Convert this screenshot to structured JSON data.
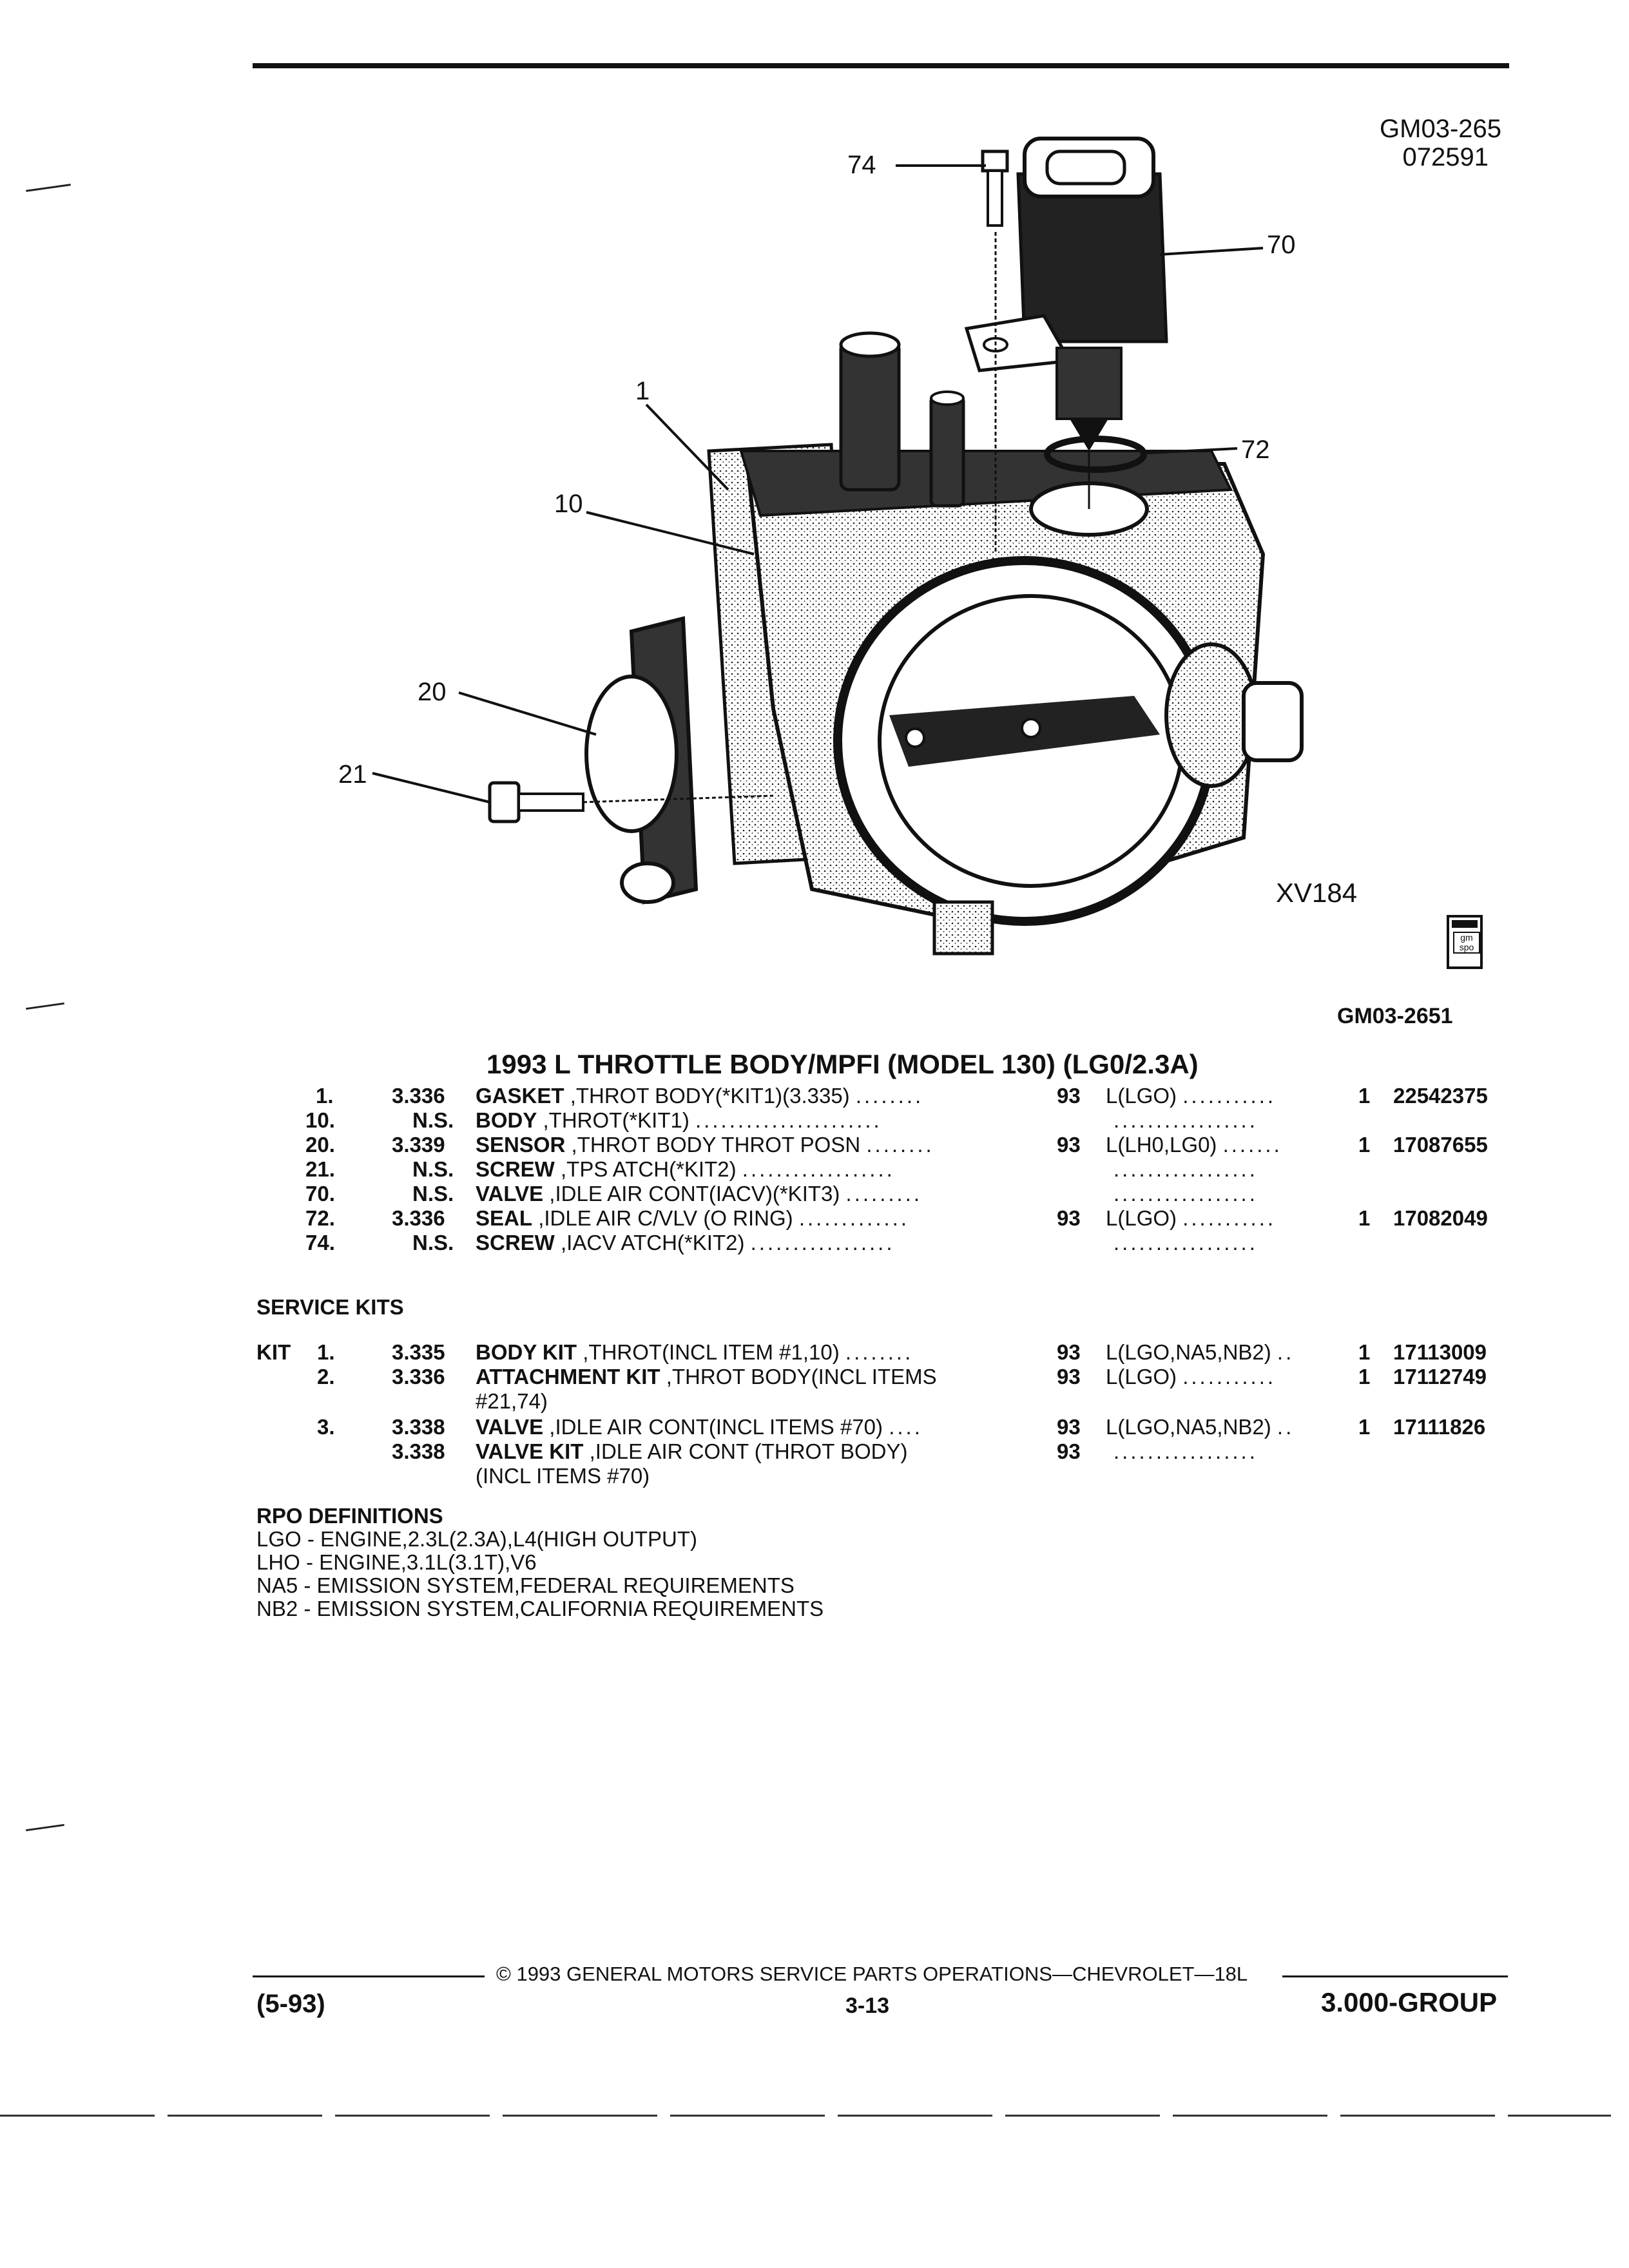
{
  "header": {
    "ref_top": "GM03-265",
    "ref_date": "072591"
  },
  "diagram": {
    "callouts": [
      "74",
      "70",
      "1",
      "72",
      "10",
      "20",
      "21"
    ],
    "code": "XV184",
    "logo_text": "gm spo",
    "footer_ref": "GM03-2651"
  },
  "title": "1993 L THROTTLE BODY/MPFI (MODEL 130) (LG0/2.3A)",
  "parts": [
    {
      "item": "1.",
      "group": "3.336",
      "name": "GASKET",
      "desc": ",THROT BODY(*KIT1)(3.335)",
      "dots": "........",
      "yr": "93",
      "app": "L(LGO)",
      "appdots": "...........",
      "qty": "1",
      "pn": "22542375"
    },
    {
      "item": "10.",
      "group": "N.S.",
      "name": "BODY",
      "desc": ",THROT(*KIT1)",
      "dots": "......................",
      "yr": "",
      "app": "",
      "appdots": ".................",
      "qty": "",
      "pn": ""
    },
    {
      "item": "20.",
      "group": "3.339",
      "name": "SENSOR",
      "desc": ",THROT BODY THROT POSN",
      "dots": "........",
      "yr": "93",
      "app": "L(LH0,LG0)",
      "appdots": ".......",
      "qty": "1",
      "pn": "17087655"
    },
    {
      "item": "21.",
      "group": "N.S.",
      "name": "SCREW",
      "desc": ",TPS ATCH(*KIT2)",
      "dots": "..................",
      "yr": "",
      "app": "",
      "appdots": ".................",
      "qty": "",
      "pn": ""
    },
    {
      "item": "70.",
      "group": "N.S.",
      "name": "VALVE",
      "desc": ",IDLE AIR CONT(IACV)(*KIT3)",
      "dots": ".........",
      "yr": "",
      "app": "",
      "appdots": ".................",
      "qty": "",
      "pn": ""
    },
    {
      "item": "72.",
      "group": "3.336",
      "name": "SEAL",
      "desc": ",IDLE AIR C/VLV (O RING)",
      "dots": ".............",
      "yr": "93",
      "app": "L(LGO)",
      "appdots": "...........",
      "qty": "1",
      "pn": "17082049"
    },
    {
      "item": "74.",
      "group": "N.S.",
      "name": "SCREW",
      "desc": ",IACV ATCH(*KIT2)",
      "dots": ".................",
      "yr": "",
      "app": "",
      "appdots": ".................",
      "qty": "",
      "pn": ""
    }
  ],
  "service_kits": {
    "heading": "SERVICE KITS",
    "kit_label": "KIT",
    "rows": [
      {
        "item": "1.",
        "group": "3.335",
        "name": "BODY KIT",
        "desc": ",THROT(INCL ITEM #1,10)",
        "desc2": "",
        "dots": "........",
        "yr": "93",
        "app": "L(LGO,NA5,NB2)",
        "appdots": "..",
        "qty": "1",
        "pn": "17113009"
      },
      {
        "item": "2.",
        "group": "3.336",
        "name": "ATTACHMENT KIT",
        "desc": ",THROT BODY(INCL ITEMS",
        "desc2": "#21,74)",
        "dots": "",
        "yr": "93",
        "app": "L(LGO)",
        "appdots": "...........",
        "qty": "1",
        "pn": "17112749"
      },
      {
        "item": "3.",
        "group": "3.338",
        "name": "VALVE",
        "desc": ",IDLE AIR CONT(INCL ITEMS #70)",
        "desc2": "",
        "dots": "....",
        "yr": "93",
        "app": "L(LGO,NA5,NB2)",
        "appdots": "..",
        "qty": "1",
        "pn": "17111826"
      },
      {
        "item": "",
        "group": "3.338",
        "name": "VALVE KIT",
        "desc": ",IDLE AIR CONT (THROT BODY)",
        "desc2": "(INCL ITEMS #70)",
        "dots": "",
        "yr": "93",
        "app": "",
        "appdots": ".................",
        "qty": "",
        "pn": ""
      }
    ]
  },
  "rpo": {
    "heading": "RPO DEFINITIONS",
    "lines": [
      "LGO - ENGINE,2.3L(2.3A),L4(HIGH OUTPUT)",
      "LHO - ENGINE,3.1L(3.1T),V6",
      "NA5 - EMISSION SYSTEM,FEDERAL REQUIREMENTS",
      "NB2 - EMISSION SYSTEM,CALIFORNIA REQUIREMENTS"
    ]
  },
  "footer": {
    "copyright": "© 1993 GENERAL MOTORS SERVICE PARTS OPERATIONS—CHEVROLET—18L",
    "date": "(5-93)",
    "page": "3-13",
    "group": "3.000-GROUP"
  }
}
